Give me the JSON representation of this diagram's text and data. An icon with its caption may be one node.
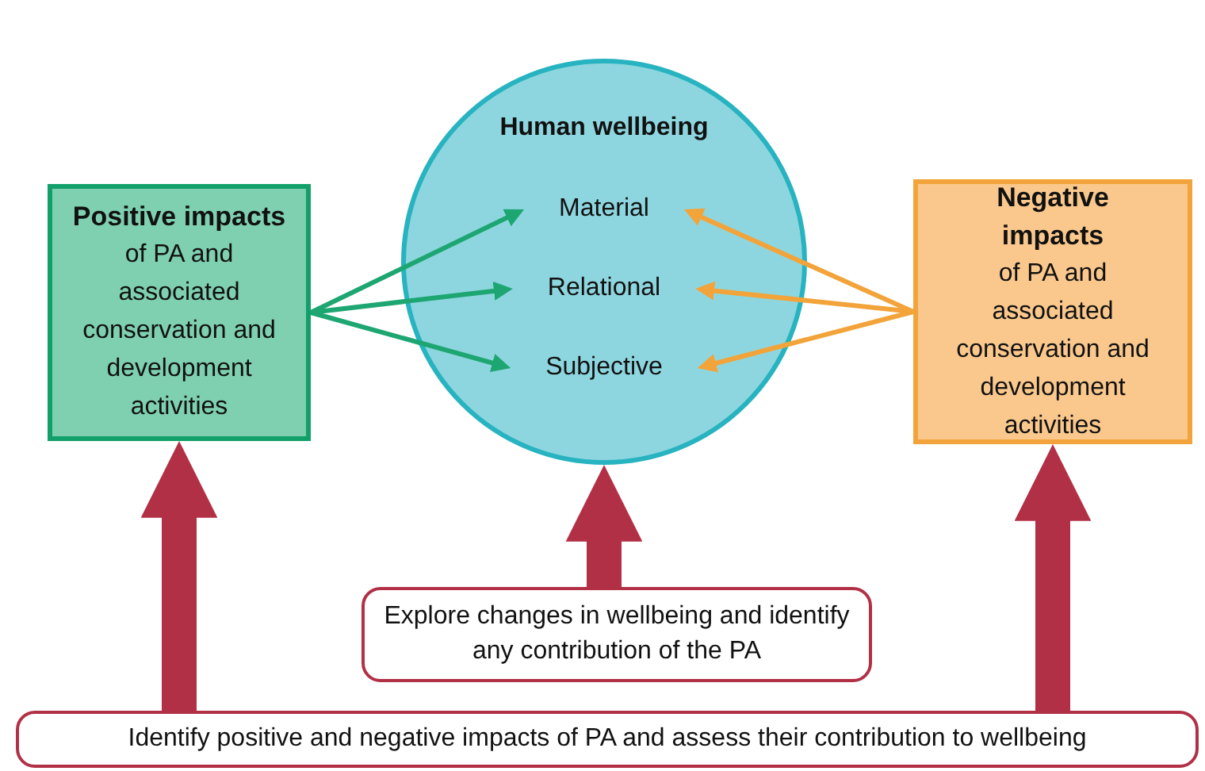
{
  "diagram": {
    "nodes": [
      {
        "text": [
          "Positive impacts",
          "of PA and associated conservation and development activities"
        ]
      },
      {
        "text": [
          "Human wellbeing"
        ]
      },
      {
        "text": [
          "Material"
        ],
        "in": 1
      },
      {
        "text": [
          "Relational"
        ],
        "in": 1
      },
      {
        "text": [
          "Subjective"
        ],
        "in": 1
      },
      {
        "text": [
          "Negative impacts",
          "of PA and associated conservation and development activities"
        ]
      },
      {
        "text": [
          "Explore changes in wellbeing and identify any contribution of the PA"
        ]
      },
      {
        "text": [
          "Identify positive and negative impacts of PA and assess their contribution to wellbeing"
        ]
      }
    ],
    "edges": [
      {
        "from": 0,
        "to": 2,
        "arrow": "to",
        "color": "#1ea672"
      },
      {
        "from": 0,
        "to": 3,
        "arrow": "to",
        "color": "#1ea672"
      },
      {
        "from": 0,
        "to": 4,
        "arrow": "to",
        "color": "#1ea672"
      },
      {
        "from": 5,
        "to": 2,
        "arrow": "to",
        "color": "#f2a43a"
      },
      {
        "from": 5,
        "to": 3,
        "arrow": "to",
        "color": "#f2a43a"
      },
      {
        "from": 5,
        "to": 4,
        "arrow": "to",
        "color": "#f2a43a"
      },
      {
        "from": 6,
        "to": 1,
        "arrow": "to",
        "style": "thick",
        "color": "#b23046"
      },
      {
        "from": 7,
        "to": 0,
        "arrow": "to",
        "style": "thick",
        "color": "#b23046"
      },
      {
        "from": 7,
        "to": 5,
        "arrow": "to",
        "style": "thick",
        "color": "#b23046"
      }
    ]
  }
}
